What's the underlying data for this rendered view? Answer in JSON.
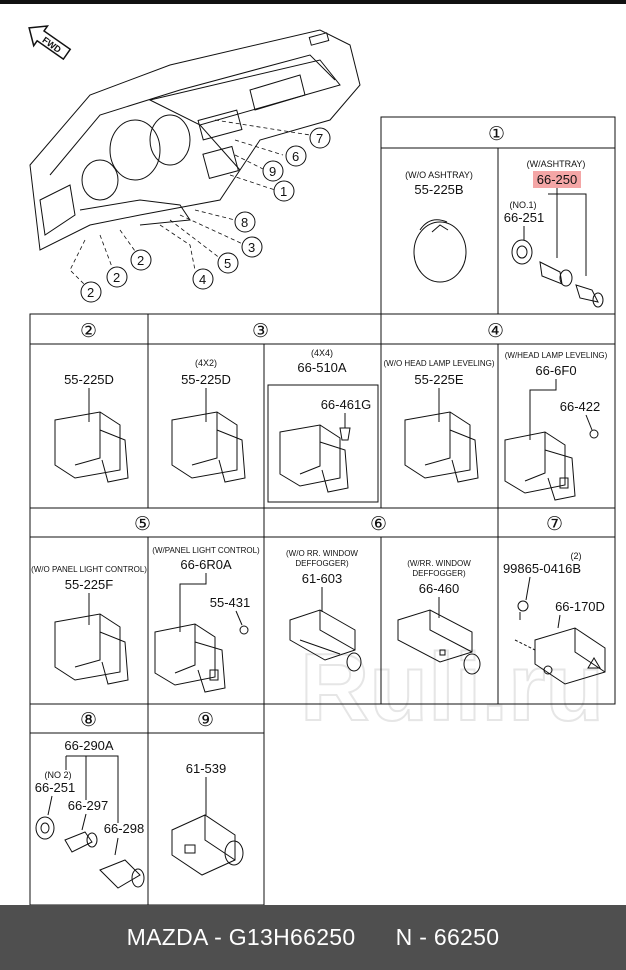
{
  "orientation": "FWD",
  "watermark": "Ruli.ru",
  "highlight_color": "#f4a6a6",
  "callouts": [
    "①",
    "②",
    "③",
    "④",
    "⑤",
    "⑥",
    "⑦",
    "⑧",
    "⑨"
  ],
  "callout_digits": [
    "7",
    "6",
    "9",
    "1",
    "8",
    "3",
    "5",
    "2",
    "2",
    "4",
    "2"
  ],
  "sections": {
    "s1": {
      "no_ashtray": {
        "cap": "(W/O ASHTRAY)",
        "pn": "55-225B"
      },
      "ashtray": {
        "cap": "(W/ASHTRAY)",
        "pn": "66-250",
        "sub_cap": "(NO.1)",
        "sub_pn": "66-251"
      }
    },
    "s2": {
      "pn": "55-225D"
    },
    "s3": {
      "x2": {
        "cap": "(4X2)",
        "pn": "55-225D"
      },
      "x4": {
        "cap": "(4X4)",
        "pn": "66-510A",
        "sub_pn": "66-461G"
      }
    },
    "s4": {
      "no_level": {
        "cap": "(W/O HEAD LAMP LEVELING)",
        "pn": "55-225E"
      },
      "level": {
        "cap": "(W/HEAD LAMP LEVELING)",
        "pn": "66-6F0",
        "sub_pn": "66-422"
      }
    },
    "s5": {
      "no_light": {
        "cap": "(W/O PANEL LIGHT CONTROL)",
        "pn": "55-225F"
      },
      "light": {
        "cap": "(W/PANEL LIGHT CONTROL)",
        "pn": "66-6R0A",
        "sub_pn": "55-431"
      }
    },
    "s6": {
      "no_defog": {
        "cap1": "(W/O RR. WINDOW",
        "cap2": "DEFFOGGER)",
        "pn": "61-603"
      },
      "defog": {
        "cap1": "(W/RR. WINDOW",
        "cap2": "DEFFOGGER)",
        "pn": "66-460"
      }
    },
    "s7": {
      "qty": "(2)",
      "bolt_pn": "99865-0416B",
      "pn": "66-170D"
    },
    "s8": {
      "pn": "66-290A",
      "sub_cap": "(NO 2)",
      "sub_pn": "66-251",
      "pn2": "66-297",
      "pn3": "66-298"
    },
    "s9": {
      "pn": "61-539"
    }
  },
  "footer": {
    "text": "MAZDA - G13H66250      N - 66250"
  }
}
